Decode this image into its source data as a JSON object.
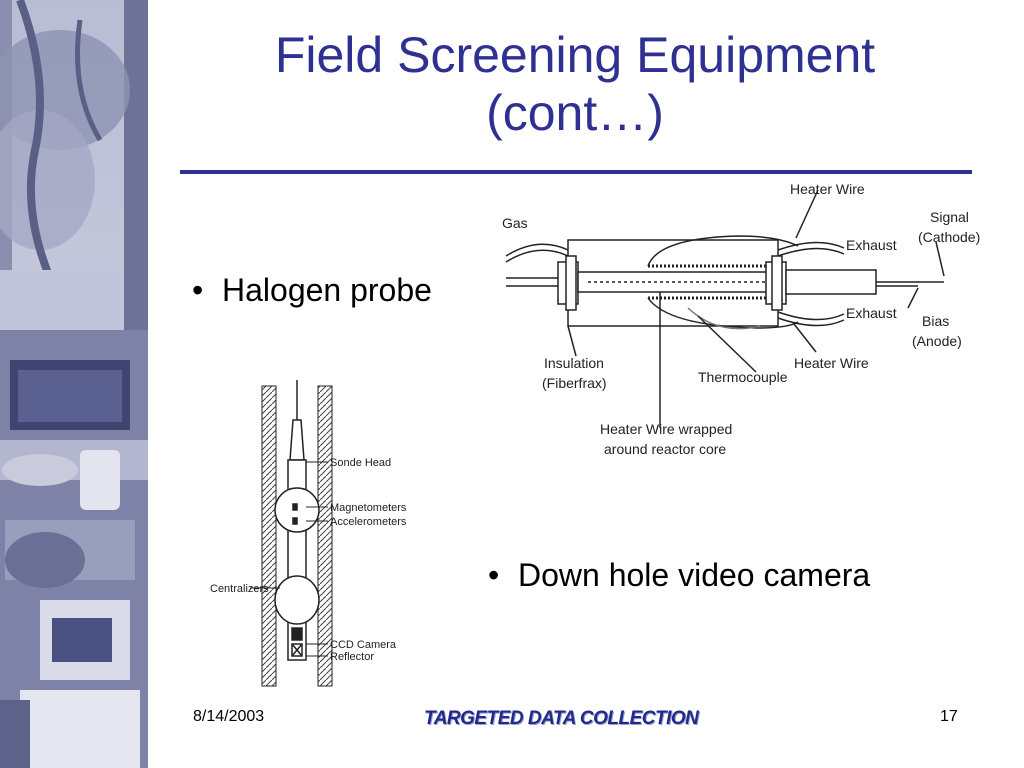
{
  "slide": {
    "title_line1": "Field Screening Equipment",
    "title_line2": "(cont…)",
    "bullets": [
      "Halogen probe",
      "Down hole video camera"
    ],
    "bullet_marker": "•"
  },
  "halogen_diagram": {
    "labels": {
      "gas": "Gas",
      "heater_wire_top": "Heater Wire",
      "exhaust_top": "Exhaust",
      "signal": "Signal",
      "cathode": "(Cathode)",
      "exhaust_bottom": "Exhaust",
      "bias": "Bias",
      "anode": "(Anode)",
      "insulation": "Insulation",
      "fiberfrax": "(Fiberfrax)",
      "thermocouple": "Thermocouple",
      "heater_wire_bottom": "Heater Wire",
      "heater_wrapped_1": "Heater Wire wrapped",
      "heater_wrapped_2": "around reactor core"
    }
  },
  "camera_diagram": {
    "labels": {
      "sonde_head": "Sonde Head",
      "magnetometers": "Magnetometers",
      "accelerometers": "Accelerometers",
      "centralizers": "Centralizers",
      "ccd_camera": "CCD Camera",
      "reflector": "Reflector"
    }
  },
  "footer": {
    "date": "8/14/2003",
    "center": "TARGETED DATA COLLECTION",
    "page": "17"
  },
  "colors": {
    "title": "#2e3191",
    "rule": "#2e3191",
    "footer_center": "#1f2a8c"
  }
}
